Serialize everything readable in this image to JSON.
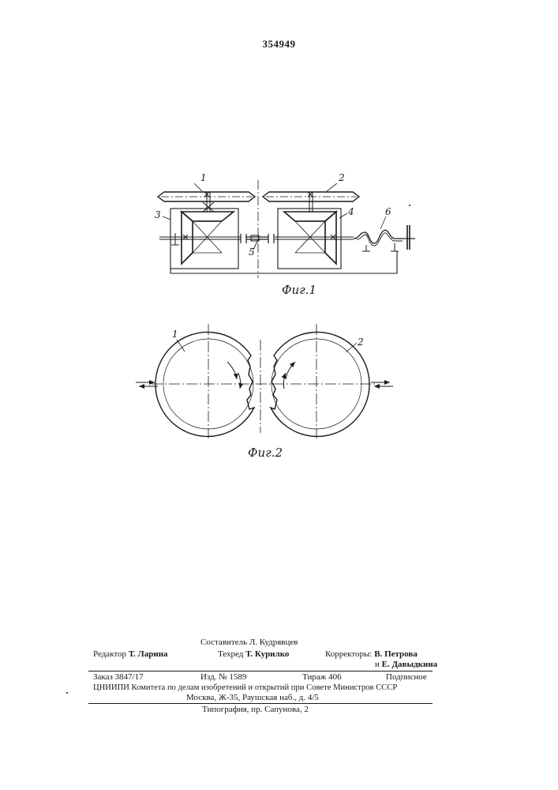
{
  "patent_number": "354949",
  "figures": {
    "fig1": {
      "caption": "Фиг.1",
      "labels": [
        "1",
        "2",
        "3",
        "4",
        "5",
        "6"
      ]
    },
    "fig2": {
      "caption": "Фиг.2",
      "labels": [
        "1",
        "2"
      ]
    }
  },
  "colophon": {
    "compiler_label": "Составитель",
    "compiler_name": "Л. Кудрявцев",
    "editor_label": "Редактор",
    "editor_name": "Т. Ларина",
    "techred_label": "Техред",
    "techred_name": "Т. Курилко",
    "correctors_label": "Корректоры:",
    "corrector1": "В. Петрова",
    "corrector2_prefix": "и",
    "corrector2": "Е. Давыдкина",
    "order": "Заказ 3847/17",
    "edition": "Изд. № 1589",
    "circulation": "Тираж 406",
    "subscription": "Подписное",
    "org_line": "ЦНИИПИ Комитета по делам изобретений и открытий при Совете Министров СССР",
    "address": "Москва, Ж-35, Раушская наб., д. 4/5",
    "printing": "Типография, пр. Сапунова, 2"
  }
}
